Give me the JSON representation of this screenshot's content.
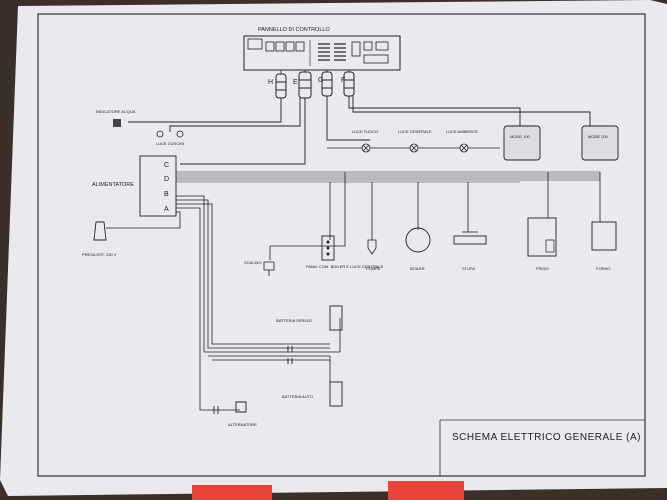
{
  "panel": {
    "title": "PANNELLO DI CONTROLLO"
  },
  "connectors": {
    "h": "H",
    "e": "E",
    "g": "G",
    "f": "F"
  },
  "left_items": {
    "water_indicator": "INDICATORE ACQUA",
    "light_vano": "LUCE CUSCINI",
    "power_supply": "ALIMENTATORE",
    "socket": "PRESA EST. 230 V"
  },
  "feeder_pins": {
    "c": "C",
    "d": "D",
    "b": "B",
    "a": "A"
  },
  "lights": {
    "luce_fuoco": "LUCE FUOCO",
    "luce_generale": "LUCE GENERALE",
    "luce_ambiente": "LUCE AMBIENTE"
  },
  "boxes": {
    "box1": "MODE 100",
    "box2": "MODE 200"
  },
  "loads": {
    "scalino": "SCALINO",
    "panel_switch": "PANN. COM. BOILER E LUCE CENTRALE",
    "pompa": "POMPA",
    "boiler": "BOILER",
    "stufa": "STUFA",
    "frigo": "FRIGO",
    "forno": "FORNO"
  },
  "batteries": {
    "service": "BATTERIA SERVIZI",
    "car": "BATTERIA AUTO",
    "alternator": "ALTERNATORE"
  },
  "footer": {
    "title": "SCHEMA ELETTRICO GENERALE (A)"
  }
}
